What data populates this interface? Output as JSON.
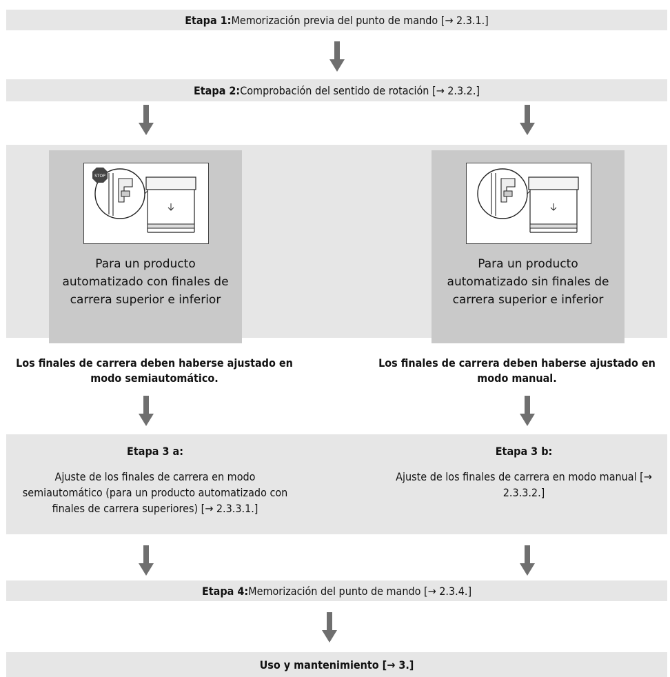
{
  "etapa1": {
    "bold": "Etapa 1:",
    "text": "Memorización previa del punto de mando [→ 2.3.1.]"
  },
  "etapa2": {
    "bold": "Etapa 2:",
    "text": "Comprobación del sentido de rotación [→ 2.3.2.]"
  },
  "left_card": {
    "stop_label": "STOP",
    "text": "Para un producto automatizado con finales de carrera superior e inferior"
  },
  "right_card": {
    "text": "Para un producto automatizado sin finales de carrera superior e inferior"
  },
  "left_note": "Los finales de carrera deben haberse ajustado en modo semiautomático.",
  "right_note": "Los finales de carrera deben haberse ajustado en modo manual.",
  "etapa3a": {
    "title": "Etapa 3 a:",
    "text": "Ajuste de los finales de carrera en modo semiautomático (para un producto automatizado con finales de carrera superiores) [→ 2.3.3.1.]"
  },
  "etapa3b": {
    "title": "Etapa 3 b:",
    "text": "Ajuste de los finales de carrera en modo manual [→ 2.3.3.2.]"
  },
  "etapa4": {
    "bold": "Etapa 4:",
    "text": "Memorización del punto de mando [→ 2.3.4.]"
  },
  "final": {
    "text": "Uso y mantenimiento [→ 3.]"
  },
  "colors": {
    "bar": "#e6e6e6",
    "card": "#c9c9c9",
    "arrow": "#6f6f6f"
  }
}
